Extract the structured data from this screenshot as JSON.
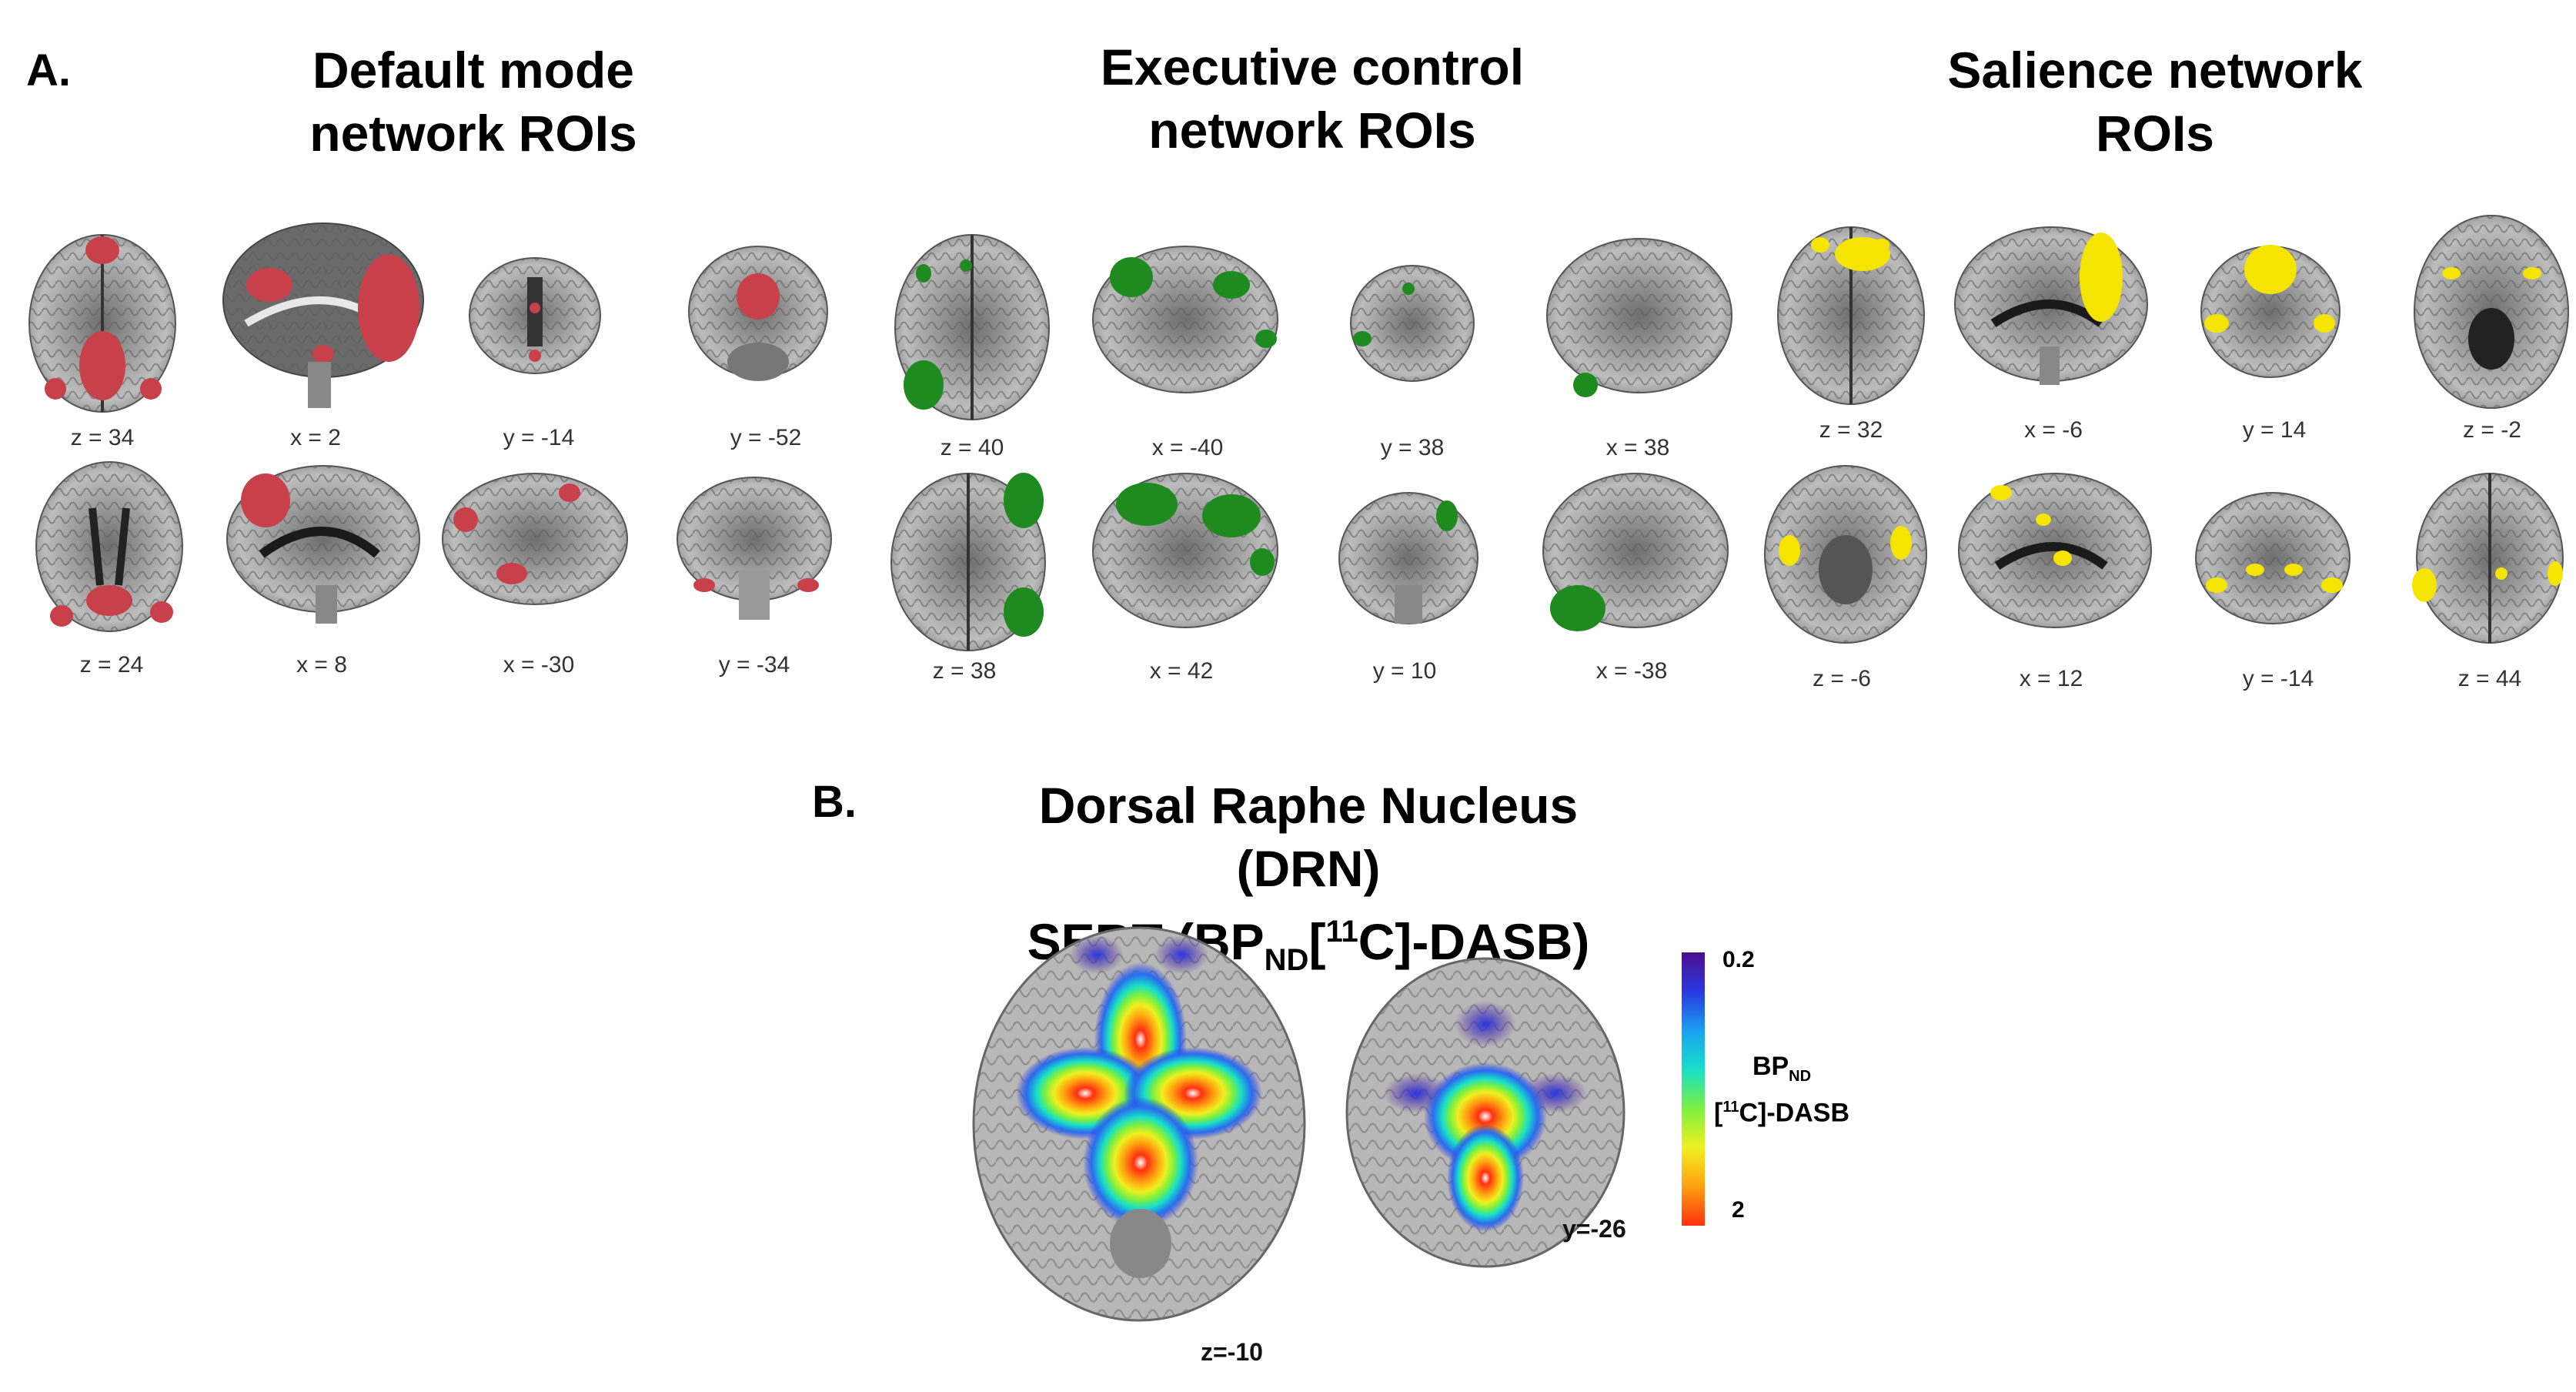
{
  "panel_a": {
    "label": "A.",
    "networks": [
      {
        "title": "Default mode\nnetwork ROIs",
        "color": "#c8404a",
        "top_coords": [
          "z = 34",
          "x = 2",
          "y = -14",
          "y = -52"
        ],
        "bottom_coords": [
          "z = 24",
          "x = 8",
          "x = -30",
          "y = -34"
        ]
      },
      {
        "title": "Executive control\nnetwork ROIs",
        "color": "#1f8a1f",
        "top_coords": [
          "z = 40",
          "x = -40",
          "y = 38",
          "x = 38"
        ],
        "bottom_coords": [
          "z = 38",
          "x = 42",
          "y = 10",
          "x = -38"
        ]
      },
      {
        "title": "Salience network\nROIs",
        "color": "#f5e400",
        "top_coords": [
          "z = 32",
          "x = -6",
          "y = 14",
          "z = -2"
        ],
        "bottom_coords": [
          "z = -6",
          "x = 12",
          "y = -14",
          "z = 44"
        ]
      }
    ]
  },
  "panel_b": {
    "label": "B.",
    "title_line1": "Dorsal Raphe Nucleus (DRN)",
    "title_sert": "SERT (BP",
    "title_sub": "ND",
    "title_bracket": "[",
    "title_sup": "11",
    "title_rest": "C]-DASB)",
    "axial_coord": "z=-10",
    "coronal_coord": "y=-26",
    "colorbar": {
      "max_label": "0.2",
      "min_label": "2",
      "label_bp": "BP",
      "label_sub": "ND",
      "label_bracket": "[",
      "label_sup": "11",
      "label_rest": "C]-DASB",
      "colors": [
        "#4b0f8f",
        "#2a38e0",
        "#1aa0f0",
        "#18e0c8",
        "#7cf040",
        "#f0f020",
        "#ffa010",
        "#ff3010"
      ]
    }
  }
}
